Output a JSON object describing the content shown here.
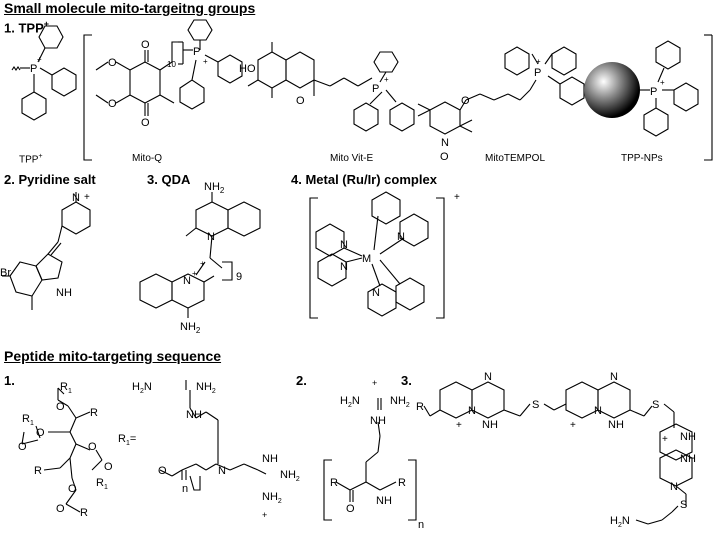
{
  "headings": {
    "small_molecule": "Small molecule mito-targeitng groups",
    "peptide": "Peptide mito-targeting sequence"
  },
  "sections": {
    "s1": "1. TPP",
    "s1_sup": "+",
    "s2": "2. Pyridine salt",
    "s3": "3. QDA",
    "s4": "4. Metal (Ru/Ir) complex",
    "p1": "1.",
    "p2": "2.",
    "p3": "3."
  },
  "compound_labels": {
    "tpp": "TPP",
    "tpp_sup": "+",
    "mito_q": "Mito-Q",
    "mito_vit_e": "Mito Vit-E",
    "mito_tempol": "MitoTEMPOL",
    "tpp_nps": "TPP-NPs"
  },
  "atoms": {
    "P": "P",
    "plus": "+",
    "N": "N",
    "NH": "NH",
    "NH2": "NH",
    "NH2_sub": "2",
    "H2N": "H",
    "O": "O",
    "HO": "HO",
    "Br": "Br",
    "M": "M",
    "R": "R",
    "R1": "R",
    "R1_sub": "1",
    "R1_eq": "R",
    "eq": "=",
    "n": "n",
    "ten": "10",
    "nine": "9",
    "dot_O": "O"
  }
}
